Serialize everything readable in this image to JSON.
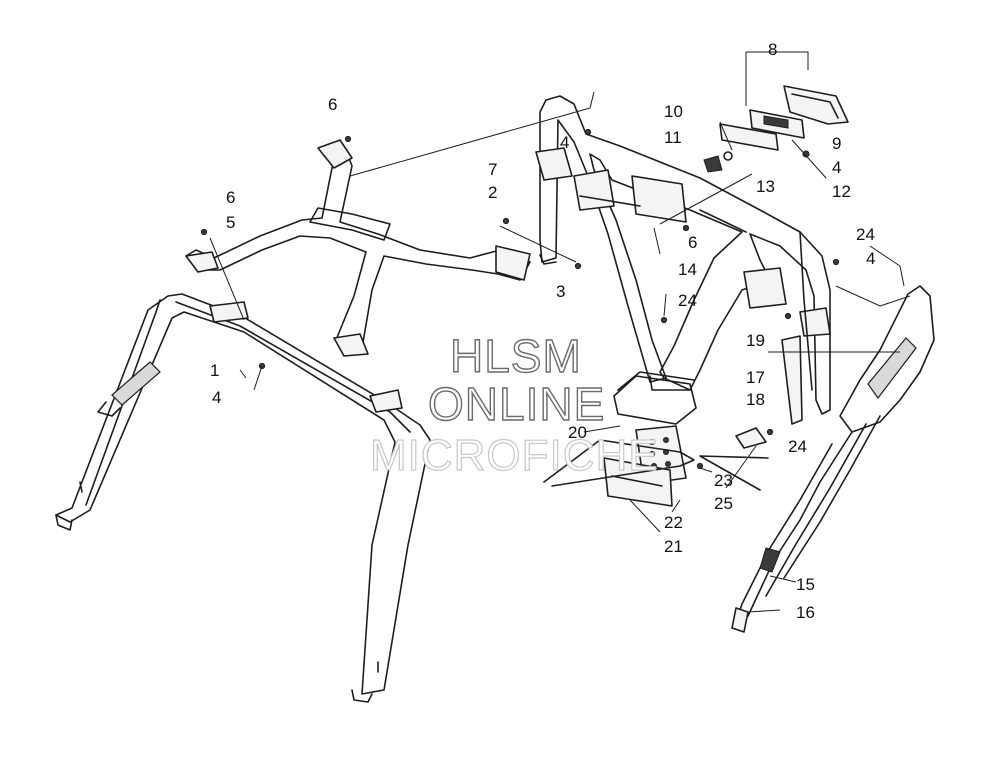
{
  "watermark": {
    "line1": "HLSM",
    "line2": "ONLINE",
    "line3": "MICROFICHE"
  },
  "callouts": [
    {
      "id": "c6a",
      "text": "6"
    },
    {
      "id": "c6b",
      "text": "6"
    },
    {
      "id": "c5",
      "text": "5"
    },
    {
      "id": "c1",
      "text": "1"
    },
    {
      "id": "c4a",
      "text": "4"
    },
    {
      "id": "c7",
      "text": "7"
    },
    {
      "id": "c2",
      "text": "2"
    },
    {
      "id": "c3",
      "text": "3"
    },
    {
      "id": "c4b",
      "text": "4"
    },
    {
      "id": "c10",
      "text": "10"
    },
    {
      "id": "c11",
      "text": "11"
    },
    {
      "id": "c8",
      "text": "8"
    },
    {
      "id": "c9",
      "text": "9"
    },
    {
      "id": "c4c",
      "text": "4"
    },
    {
      "id": "c12",
      "text": "12"
    },
    {
      "id": "c13",
      "text": "13"
    },
    {
      "id": "c6c",
      "text": "6"
    },
    {
      "id": "c14",
      "text": "14"
    },
    {
      "id": "c24a",
      "text": "24"
    },
    {
      "id": "c24b",
      "text": "24"
    },
    {
      "id": "c4d",
      "text": "4"
    },
    {
      "id": "c19",
      "text": "19"
    },
    {
      "id": "c17",
      "text": "17"
    },
    {
      "id": "c18",
      "text": "18"
    },
    {
      "id": "c20",
      "text": "20"
    },
    {
      "id": "c24c",
      "text": "24"
    },
    {
      "id": "c23",
      "text": "23"
    },
    {
      "id": "c25",
      "text": "25"
    },
    {
      "id": "c22",
      "text": "22"
    },
    {
      "id": "c21",
      "text": "21"
    },
    {
      "id": "c15",
      "text": "15"
    },
    {
      "id": "c16",
      "text": "16"
    }
  ]
}
